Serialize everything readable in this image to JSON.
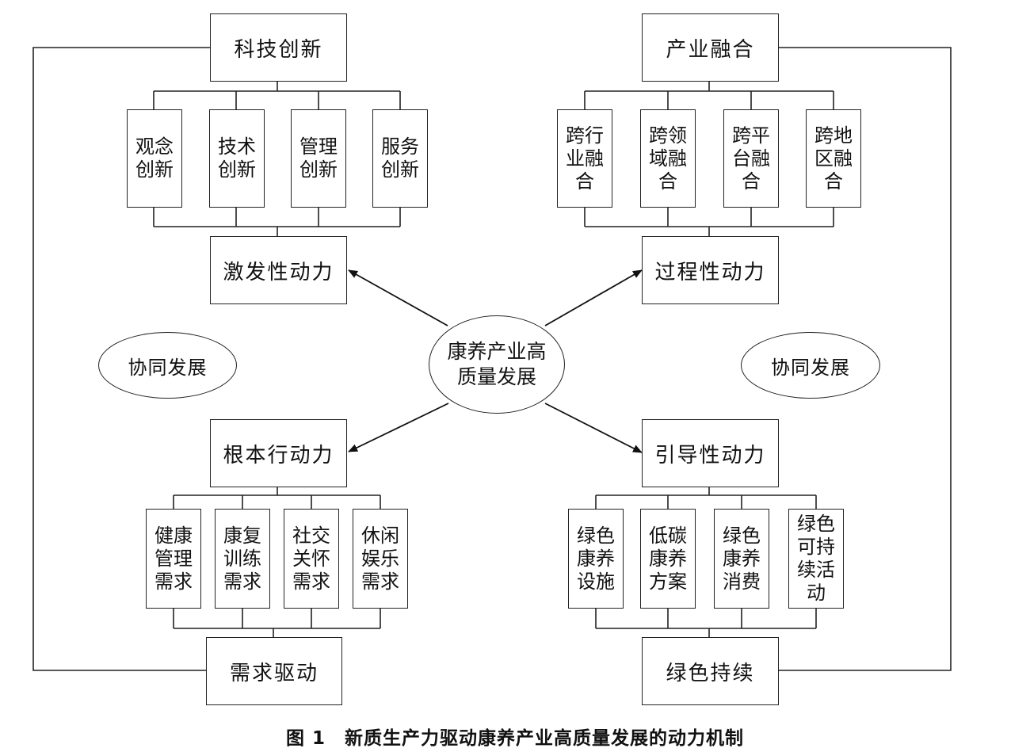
{
  "top_left": {
    "header": "科技创新",
    "items": [
      "观念创新",
      "技术创新",
      "管理创新",
      "服务创新"
    ],
    "force": "激发性动力"
  },
  "top_right": {
    "header": "产业融合",
    "items": [
      "跨行业融合",
      "跨领域融合",
      "跨平台融合",
      "跨地区融合"
    ],
    "force": "过程性动力"
  },
  "bottom_left": {
    "force": "根本行动力",
    "items": [
      "健康管理需求",
      "康复训练需求",
      "社交关怀需求",
      "休闲娱乐需求"
    ],
    "footer": "需求驱动"
  },
  "bottom_right": {
    "force": "引导性动力",
    "items": [
      "绿色康养设施",
      "低碳康养方案",
      "绿色康养消费",
      "绿色可持续活动"
    ],
    "footer": "绿色持续"
  },
  "center": "康养产业高质量发展",
  "synergy_left": "协同发展",
  "synergy_right": "协同发展",
  "caption": {
    "number": "图 1",
    "title": "新质生产力驱动康养产业高质量发展的动力机制"
  }
}
